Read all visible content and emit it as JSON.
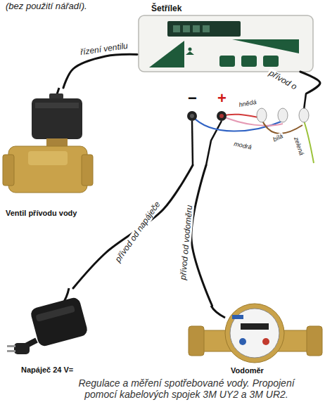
{
  "diagram": {
    "caption": "Regulace a měření spotřebované vody. Propojení pomocí kabelových spojek 3M UY2 a 3M UR2.",
    "nodes": [
      {
        "text": [
          "Šetřílek"
        ]
      },
      {
        "text": [
          "−",
          "+"
        ]
      },
      {
        "text": [
          "Ventil přívodu vody"
        ]
      },
      {
        "text": [
          "Napáječ 24 V="
        ]
      },
      {
        "text": [
          "Vodoměr"
        ]
      }
    ],
    "edges": [
      {
        "from": 0,
        "to": 2,
        "label": "řízení ventilu",
        "arrow": "none"
      },
      {
        "from": 0,
        "to": 1,
        "label": "přívod o",
        "arrow": "none"
      },
      {
        "from": 3,
        "to": 1,
        "label": "přívod od napáječe",
        "arrow": "none"
      },
      {
        "from": 4,
        "to": 1,
        "label": "přívod od vodoměru",
        "arrow": "none"
      }
    ],
    "labels": [
      "(bez použití nářadí).",
      "modrá",
      "hnědá",
      "bílá",
      "zelená"
    ]
  }
}
